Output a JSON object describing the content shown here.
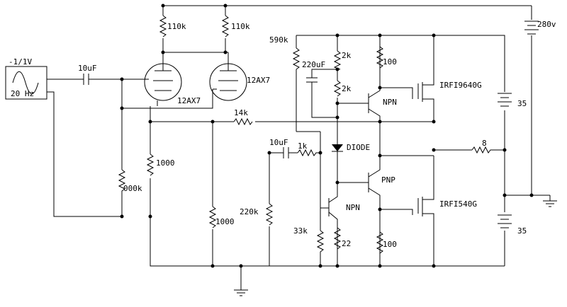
{
  "source": {
    "amplitude": "-1/1V",
    "frequency": "20 Hz"
  },
  "tubes": {
    "t1": "12AX7",
    "t2": "12AX7"
  },
  "resistors": {
    "r110k_a": "110k",
    "r110k_b": "110k",
    "r590k": "590k",
    "r2k_top": "2k",
    "r2k_mid": "2k",
    "r100_top": "100",
    "r14k": "14k",
    "r1k": "1k",
    "r8": "8",
    "r1000_a": "1000",
    "r1000_b": "1000",
    "r1000k": "000k",
    "r220k": "220k",
    "r33k": "33k",
    "r22": "22",
    "r100_bot": "100"
  },
  "capacitors": {
    "c10uf_in": "10uF",
    "c10uf_mid": "10uF",
    "c220uf": "220uF"
  },
  "semis": {
    "diode": "DIODE",
    "npn_top": "NPN",
    "pnp": "PNP",
    "npn_bot": "NPN",
    "mos_top": "IRFI9640G",
    "mos_bot": "IRFI540G"
  },
  "supplies": {
    "hv": "280v",
    "v_top": "35",
    "v_bot": "35"
  },
  "colors": {
    "ink": "#000000",
    "paper": "#ffffff"
  }
}
